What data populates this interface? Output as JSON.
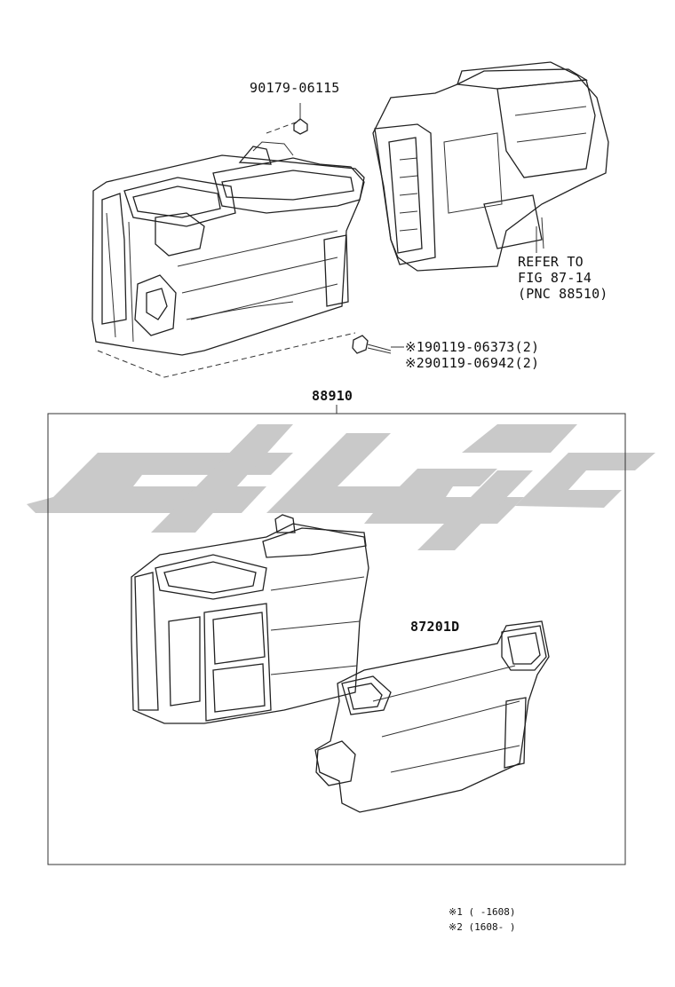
{
  "parts": {
    "screw_top": "90179-06115",
    "ref_line1": "REFER TO",
    "ref_line2": "FIG 87-14",
    "ref_line3": "(PNC 88510)",
    "bolt_variant1": "※190119-06373(2)",
    "bolt_variant2": "※290119-06942(2)",
    "assembly": "88910",
    "duct": "87201D"
  },
  "footnotes": {
    "note1": "※1 (     -1608)",
    "note2": "※2 (1608-     )"
  },
  "colors": {
    "line": "#222222",
    "watermark": "#c9c9c9",
    "background": "#ffffff"
  }
}
